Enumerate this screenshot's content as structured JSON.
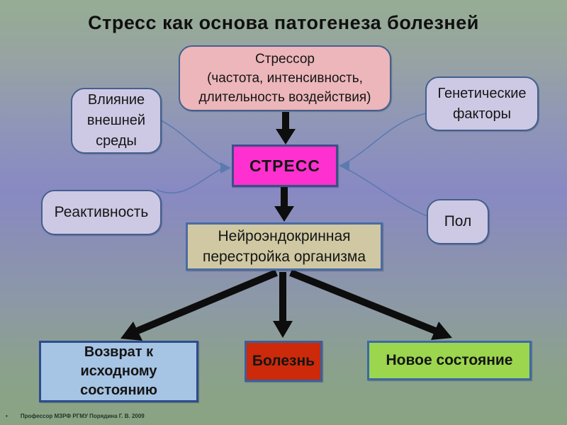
{
  "slide": {
    "title": "Стресс как основа патогенеза болезней",
    "footer": {
      "bullet": "•",
      "text": "Профессор МЗРФ РГМУ Порядина Г. В. 2009"
    }
  },
  "diagram": {
    "boxes": {
      "stressor": {
        "label": "Стрессор\n(частота, интенсивность,\nдлительность воздействия)",
        "fill": "#ecb6ba"
      },
      "environment": {
        "label": "Влияние\nвнешней\nсреды",
        "fill": "#cdc9e4"
      },
      "genetic": {
        "label": "Генетические\nфакторы",
        "fill": "#cdc9e4"
      },
      "stress": {
        "label": "СТРЕСС",
        "fill": "#fe30cf"
      },
      "reactivity": {
        "label": "Реактивность",
        "fill": "#cdc9e4"
      },
      "gender": {
        "label": "Пол",
        "fill": "#cdc9e4"
      },
      "neuroendocrine": {
        "label": "Нейроэндокринная\nперестройка организма",
        "fill": "#cfc8a2"
      },
      "return_to_initial": {
        "label": "Возврат к\nисходному\nсостоянию",
        "fill": "#a6c4e4"
      },
      "disease": {
        "label": "Болезнь",
        "fill": "#cc2a0a"
      },
      "new_state": {
        "label": "Новое состояние",
        "fill": "#9cd54e"
      }
    },
    "colors": {
      "black_arrow": "#0d0d0d",
      "connector_blue": "#5b7ab0",
      "rounded_border": "#44608e",
      "title_text": "#101010",
      "background_top_green": "#96ad93",
      "background_middle_violet": "#8889c3",
      "background_bottom_green": "#89a482"
    }
  }
}
